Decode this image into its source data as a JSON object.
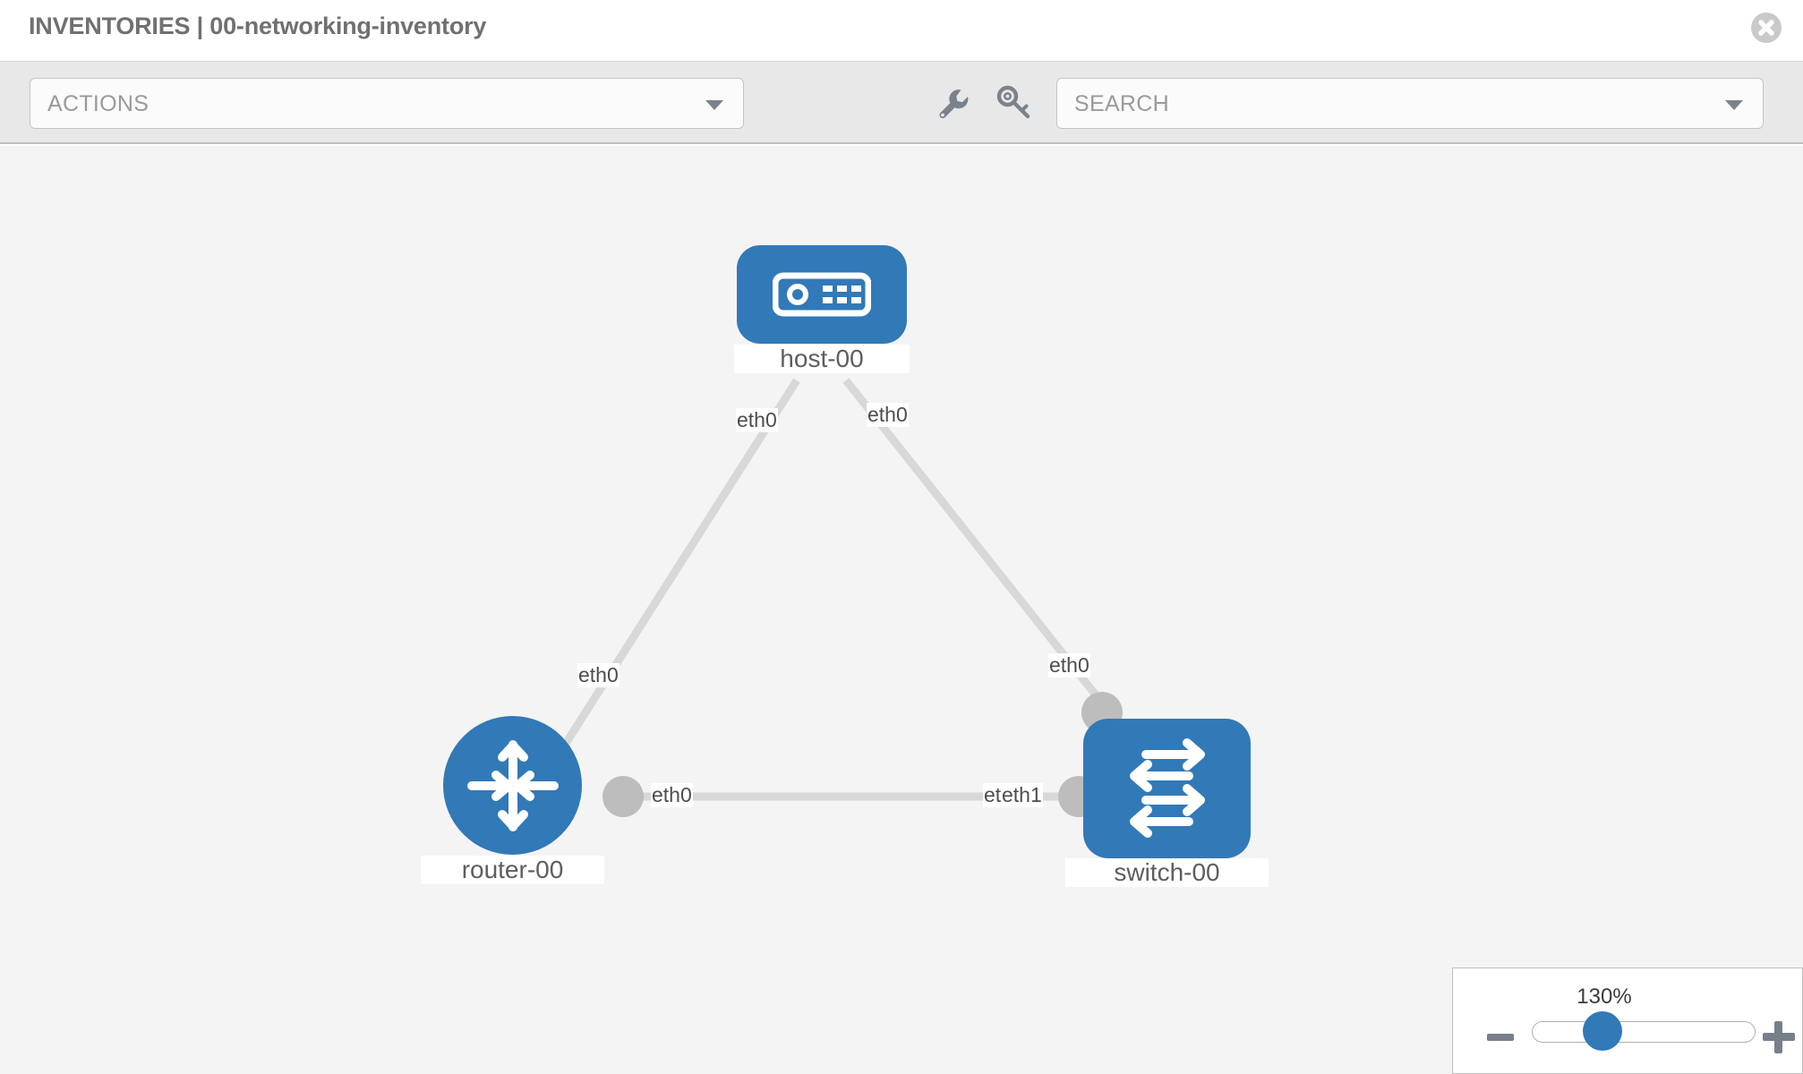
{
  "header": {
    "title": "INVENTORIES | 00-networking-inventory",
    "close_icon": "close-circle-icon"
  },
  "toolbar": {
    "actions_label": "ACTIONS",
    "actions_caret_icon": "chevron-down-icon",
    "wrench_icon": "wrench-icon",
    "key_icon": "key-icon",
    "search_placeholder": "SEARCH",
    "search_caret_icon": "chevron-down-icon"
  },
  "topology": {
    "nodes": [
      {
        "id": "host-00",
        "label": "host-00",
        "type": "host",
        "icon": "server-icon",
        "shape": "rounded-rect",
        "color": "#3279b7"
      },
      {
        "id": "router-00",
        "label": "router-00",
        "type": "router",
        "icon": "router-arrows-icon",
        "shape": "circle",
        "color": "#3279b7"
      },
      {
        "id": "switch-00",
        "label": "switch-00",
        "type": "switch",
        "icon": "switch-arrows-icon",
        "shape": "rounded-rect",
        "color": "#3279b7"
      }
    ],
    "edges": [
      {
        "from": "host-00",
        "to": "router-00",
        "from_label": "eth0",
        "to_label": "eth0"
      },
      {
        "from": "host-00",
        "to": "switch-00",
        "from_label": "eth0",
        "to_label": "eth0"
      },
      {
        "from": "router-00",
        "to": "switch-00",
        "from_label": "eth0",
        "to_label_a": "eth0",
        "to_label_b": "eth1"
      }
    ],
    "edge_labels": {
      "host_left": "eth0",
      "host_right": "eth0",
      "router_up": "eth0",
      "switch_up": "eth0",
      "router_right": "eth0",
      "switch_left_a": "eth0",
      "switch_left_b": "eth1"
    }
  },
  "zoom_control": {
    "value": "130%",
    "minus_icon": "minus-icon",
    "plus_icon": "plus-icon",
    "handle_icon": "slider-handle"
  }
}
